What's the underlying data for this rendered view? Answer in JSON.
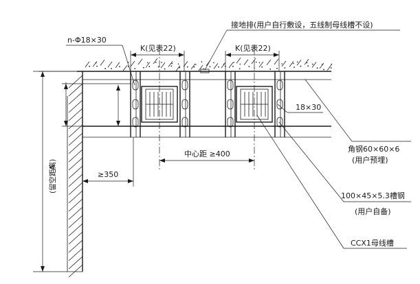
{
  "labels": {
    "ground_bar": "接地排(用户自行敷设，五线制母线槽不设)",
    "hole": "n-Φ18×30",
    "k_left": "K(见表22)",
    "k_right": "K(见表22)",
    "slot": "18×30",
    "angle_steel_1": "角钢60×60×6",
    "angle_steel_2": "(用户预埋)",
    "center_dist": "中心距 ≥400",
    "gap_350": "≥350",
    "channel_1": "100×45×5.3槽钢",
    "channel_2": "(用户自备)",
    "busway": "CCX1母线槽",
    "dim_a": "A",
    "dim_a_note": "(留空距离)"
  }
}
